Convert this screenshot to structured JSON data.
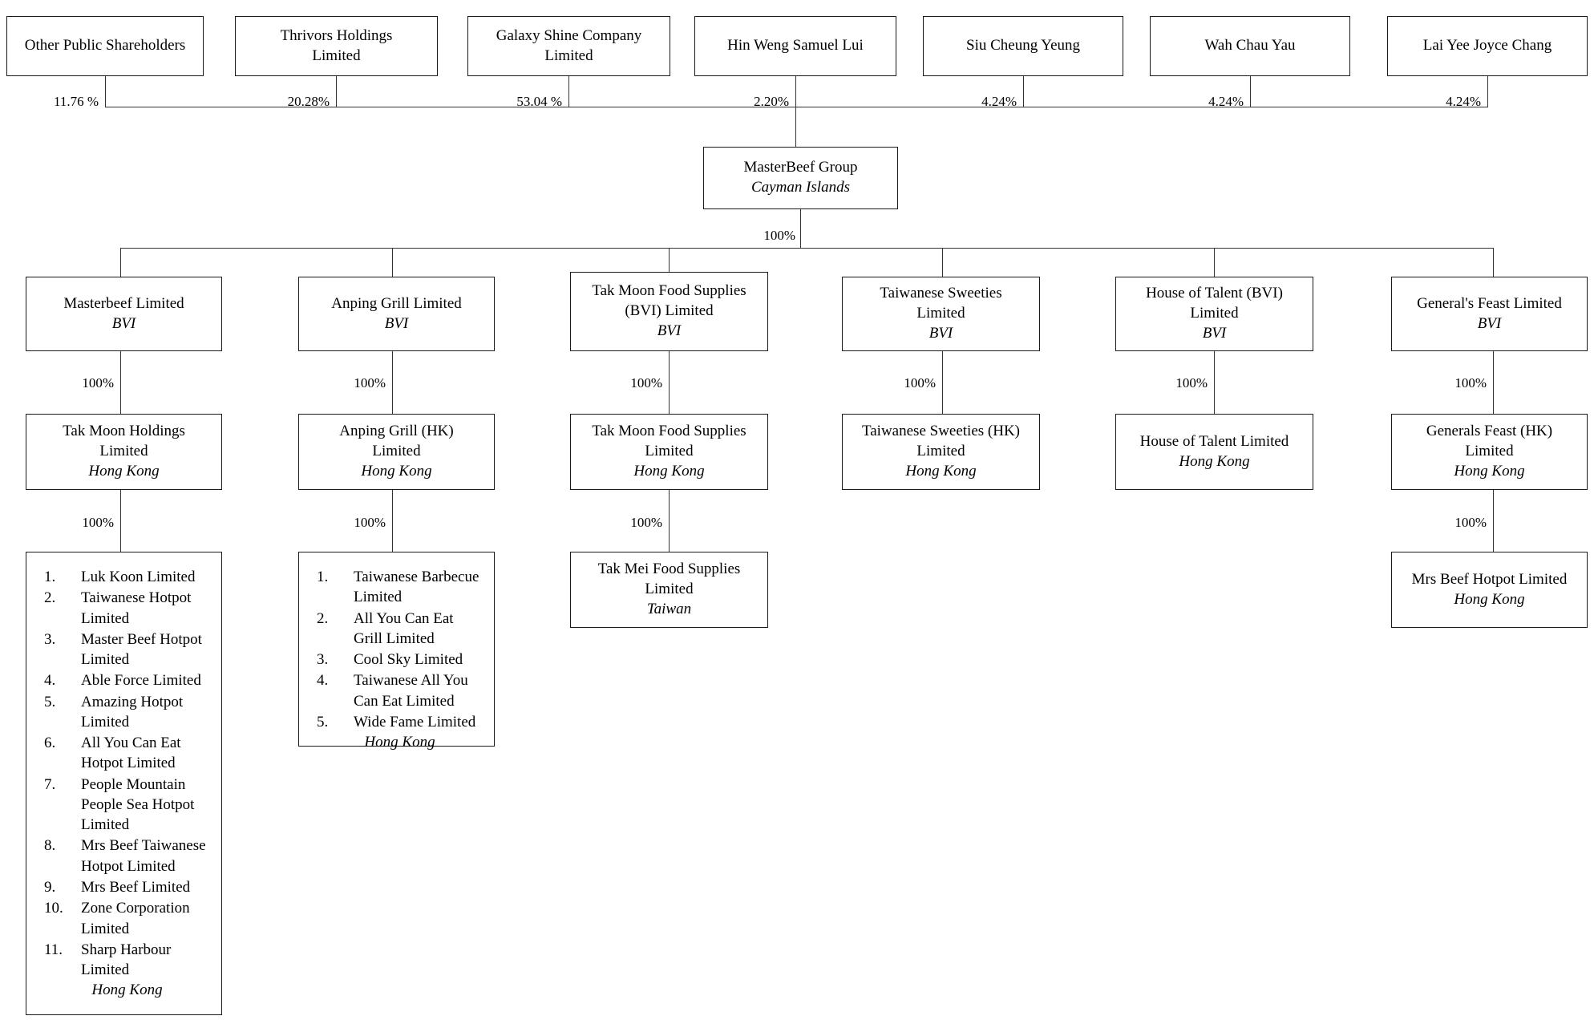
{
  "diagram": {
    "title": "MasterBeef Group shareholding and corporate structure chart",
    "type": "organizational-chart"
  },
  "shareholders": [
    {
      "name": "Other Public Shareholders",
      "pct": "11.76 %"
    },
    {
      "name_l1": "Thrivors Holdings",
      "name_l2": "Limited",
      "pct": "20.28%"
    },
    {
      "name_l1": "Galaxy Shine Company",
      "name_l2": "Limited",
      "pct": "53.04 %"
    },
    {
      "name": "Hin Weng Samuel  Lui",
      "pct": "2.20%"
    },
    {
      "name": "Siu Cheung Yeung",
      "pct": "4.24%"
    },
    {
      "name": "Wah Chau Yau",
      "pct": "4.24%"
    },
    {
      "name": "Lai Yee Joyce  Chang",
      "pct": "4.24%"
    }
  ],
  "parent": {
    "name": "MasterBeef Group",
    "jurisdiction": "Cayman Islands",
    "pct_to_subs": "100%"
  },
  "subsidiaries": [
    {
      "l1": "Masterbeef Limited",
      "l2": "",
      "jurisdiction": "BVI",
      "pct": "100%",
      "child": {
        "l1": "Tak Moon Holdings",
        "l2": "Limited",
        "jurisdiction": "Hong Kong",
        "pct": "100%"
      }
    },
    {
      "l1": "Anping Grill Limited",
      "l2": "",
      "jurisdiction": "BVI",
      "pct": "100%",
      "child": {
        "l1": "Anping Grill (HK)",
        "l2": "Limited",
        "jurisdiction": "Hong Kong",
        "pct": "100%"
      }
    },
    {
      "l1": "Tak Moon Food Supplies",
      "l2": "(BVI) Limited",
      "jurisdiction": "BVI",
      "pct": "100%",
      "child": {
        "l1": "Tak Moon Food Supplies",
        "l2": "Limited",
        "jurisdiction": "Hong Kong",
        "pct": "100%"
      }
    },
    {
      "l1": "Taiwanese Sweeties",
      "l2": "Limited",
      "jurisdiction": "BVI",
      "pct": "100%",
      "child": {
        "l1": "Taiwanese Sweeties (HK)",
        "l2": "Limited",
        "jurisdiction": "Hong Kong",
        "pct": ""
      }
    },
    {
      "l1": "House of Talent (BVI)",
      "l2": "Limited",
      "jurisdiction": "BVI",
      "pct": "100%",
      "child": {
        "l1": "House of Talent Limited",
        "l2": "",
        "jurisdiction": "Hong Kong",
        "pct": ""
      }
    },
    {
      "l1": "General's Feast Limited",
      "l2": "",
      "jurisdiction": "BVI",
      "pct": "100%",
      "child": {
        "l1": "Generals Feast (HK)",
        "l2": "Limited",
        "jurisdiction": "Hong Kong",
        "pct": "100%"
      }
    }
  ],
  "leaf_lists": {
    "masterbeef": {
      "pct": "100%",
      "items": [
        "Luk Koon Limited",
        "Taiwanese Hotpot Limited",
        "Master Beef Hotpot Limited",
        "Able Force Limited",
        "Amazing Hotpot Limited",
        "All You Can Eat Hotpot Limited",
        "People Mountain People Sea Hotpot Limited",
        "Mrs Beef Taiwanese Hotpot Limited",
        "Mrs Beef Limited",
        "Zone Corporation Limited",
        "Sharp Harbour Limited"
      ],
      "jurisdiction": "Hong Kong"
    },
    "anping": {
      "pct": "100%",
      "items": [
        "Taiwanese Barbecue Limited",
        "All You Can Eat Grill Limited",
        "Cool Sky Limited",
        "Taiwanese All You Can Eat Limited",
        "Wide Fame Limited"
      ],
      "jurisdiction": "Hong Kong"
    }
  },
  "leaf_boxes": {
    "tak_mei": {
      "pct": "100%",
      "l1": "Tak Mei Food Supplies",
      "l2": "Limited",
      "jurisdiction": "Taiwan"
    },
    "mrs_beef_hotpot": {
      "pct": "100%",
      "l1": "Mrs Beef Hotpot Limited",
      "l2": "",
      "jurisdiction": "Hong Kong"
    }
  },
  "colors": {
    "line": "#333333",
    "border": "#1a1a1a",
    "background": "#ffffff",
    "text": "#000000"
  }
}
